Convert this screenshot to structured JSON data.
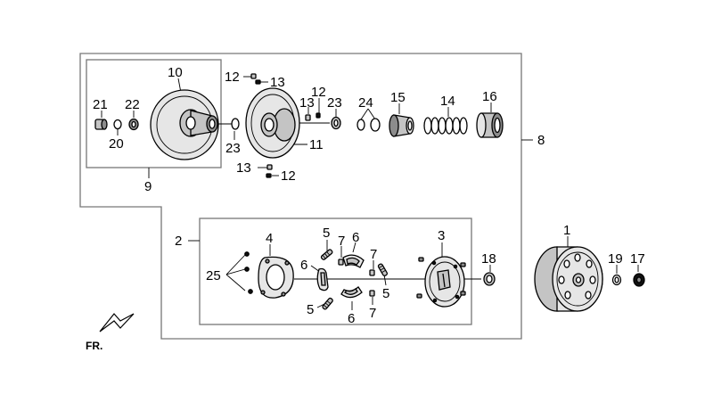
{
  "diagram": {
    "callouts": {
      "c1": "1",
      "c2": "2",
      "c3": "3",
      "c4": "4",
      "c5a": "5",
      "c5b": "5",
      "c5c": "5",
      "c6a": "6",
      "c6b": "6",
      "c6c": "6",
      "c7a": "7",
      "c7b": "7",
      "c7c": "7",
      "c8": "8",
      "c9": "9",
      "c10": "10",
      "c11": "11",
      "c12a": "12",
      "c12b": "12",
      "c12c": "12",
      "c13a": "13",
      "c13b": "13",
      "c13c": "13",
      "c14": "14",
      "c15": "15",
      "c16": "16",
      "c17": "17",
      "c18": "18",
      "c19": "19",
      "c20": "20",
      "c21": "21",
      "c22": "22",
      "c23a": "23",
      "c23b": "23",
      "c24": "24",
      "c25": "25"
    },
    "direction_label": "FR."
  }
}
